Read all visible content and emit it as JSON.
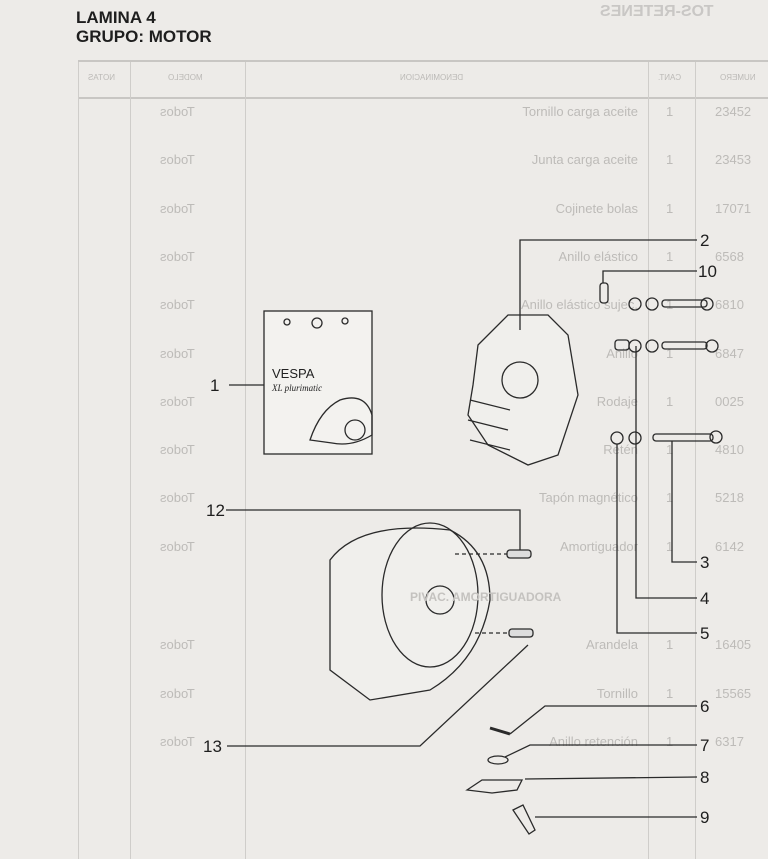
{
  "header": {
    "sheet": "LAMINA 4",
    "group": "GRUPO: MOTOR"
  },
  "show_through": {
    "section": "TOS-RETENES",
    "columns": [
      "NOTAS",
      "MODELO",
      "DENOMINACION",
      "CANT.",
      "NUMERO"
    ],
    "rows": [
      {
        "modelo": "Todos",
        "denominacion": "Tornillo carga aceite",
        "cant": "1",
        "numero": "23452"
      },
      {
        "modelo": "Todos",
        "denominacion": "Junta carga aceite",
        "cant": "1",
        "numero": "23453"
      },
      {
        "modelo": "Todos",
        "denominacion": "Cojinete bolas",
        "cant": "1",
        "numero": "17071"
      },
      {
        "modelo": "Todos",
        "denominacion": "Anillo elástico",
        "cant": "1",
        "numero": "6568"
      },
      {
        "modelo": "Todos",
        "denominacion": "Anillo elástico sujec.",
        "cant": "1",
        "numero": "6810"
      },
      {
        "modelo": "Todos",
        "denominacion": "Anillo",
        "cant": "1",
        "numero": "6847"
      },
      {
        "modelo": "Todos",
        "denominacion": "Rodaje",
        "cant": "1",
        "numero": "0025"
      },
      {
        "modelo": "Todos",
        "denominacion": "Retén",
        "cant": "1",
        "numero": "4810"
      },
      {
        "modelo": "Todos",
        "denominacion": "Tapón magnético",
        "cant": "1",
        "numero": "5218"
      },
      {
        "modelo": "Todos",
        "denominacion": "Amortiguador",
        "cant": "1",
        "numero": "6142"
      }
    ],
    "subsection": "PIVAC. AMORTIGUADORA",
    "rows2": [
      {
        "modelo": "Todos",
        "denominacion": "Arandela",
        "cant": "1",
        "numero": "16405"
      },
      {
        "modelo": "Todos",
        "denominacion": "Tornillo",
        "cant": "1",
        "numero": "15565"
      },
      {
        "modelo": "Todos",
        "denominacion": "Anillo retención",
        "cant": "1",
        "numero": "6317"
      }
    ]
  },
  "diagram": {
    "handwritten_label": [
      "VESPA",
      "XL plurimatic"
    ],
    "callouts": [
      "1",
      "2",
      "3",
      "4",
      "5",
      "6",
      "7",
      "8",
      "9",
      "10",
      "12",
      "13"
    ]
  }
}
